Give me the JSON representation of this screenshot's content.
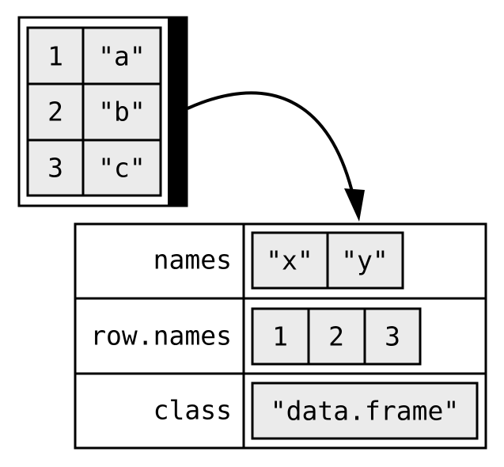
{
  "data_frame": {
    "rows": [
      {
        "index": "1",
        "value": "\"a\""
      },
      {
        "index": "2",
        "value": "\"b\""
      },
      {
        "index": "3",
        "value": "\"c\""
      }
    ]
  },
  "attributes": [
    {
      "name": "names",
      "values": [
        "\"x\"",
        "\"y\""
      ]
    },
    {
      "name": "row.names",
      "values": [
        "1",
        "2",
        "3"
      ]
    },
    {
      "name": "class",
      "values": [
        "\"data.frame\""
      ]
    }
  ],
  "colors": {
    "cell_fill": "#ebebeb",
    "stroke": "#000000",
    "background": "#ffffff"
  }
}
